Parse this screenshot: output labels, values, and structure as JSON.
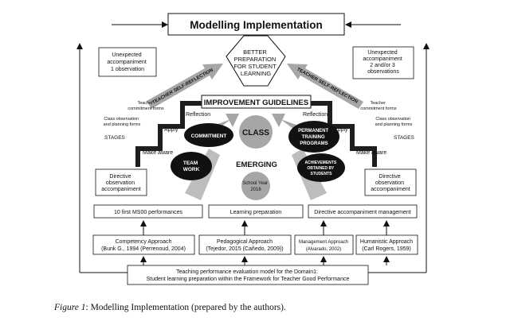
{
  "title": "Modelling Implementation",
  "hexagon": [
    "BETTER",
    "PREPARATION",
    "FOR STUDENT",
    "LEARNING"
  ],
  "unexpected_left": [
    "Unexpected",
    "accompaniment",
    "1 observation"
  ],
  "unexpected_right": [
    "Unexpected",
    "accompaniment",
    "2 and/or 3",
    "observations"
  ],
  "self_reflection_left": "TEACHER SELF-REFLECTION",
  "self_reflection_right": "TEACHER SELF-REFLECTION",
  "improvement": "IMPROVEMENT GUIDELINES",
  "left_side": {
    "reflection": "Reflection",
    "commitment_forms": [
      "Teacher",
      "commitment forms"
    ],
    "observation_forms": [
      "Class observation",
      "and planning forms"
    ],
    "apply": "Apply",
    "stages": "STAGES",
    "make_aware": "Make aware",
    "directive": [
      "Directive",
      "observation",
      "accompaniment"
    ]
  },
  "right_side": {
    "reflection": "Reflection",
    "commitment_forms": [
      "Teacher",
      "commitment forms"
    ],
    "observation_forms": [
      "Class observation",
      "and planning forms"
    ],
    "apply": "Apply",
    "stages": "STAGES",
    "make_aware": "Make aware",
    "directive": [
      "Directive",
      "observation",
      "accompaniment"
    ]
  },
  "ellipses": {
    "commitment": "COMMITMENT",
    "team_work": [
      "TEAM",
      "WORK"
    ],
    "permanent": [
      "PERMANENT",
      "TRAINING",
      "PROGRAMS"
    ],
    "achievements": [
      "ACHIEVEMENTS",
      "OBTAINED BY",
      "STUDENTS"
    ]
  },
  "class": "CLASS",
  "emerging": "EMERGING",
  "school_year": [
    "School Year",
    "2016"
  ],
  "row1": [
    "10 first MS00 performances",
    "Learning preparation",
    "Directive accompaniment management"
  ],
  "approaches": [
    {
      "name": "Competency Approach",
      "ref": "(Bunk G., 1994 (Perrenoud, 2004)"
    },
    {
      "name": "Pedagogical Approach",
      "ref": "(Tejedor, 2015 (Cañedo, 2009))"
    },
    {
      "name": "Management Approach",
      "ref": "(Alvarado, 2002)"
    },
    {
      "name": "Humanistic Approach",
      "ref": "(Carl Rogers, 1959)"
    }
  ],
  "bottom": [
    "Teaching performance evaluation model for the Domain1:",
    "Student learning preparation within the Framework for Teacher Good Performance"
  ],
  "caption": {
    "figure": "Figure 1",
    "text": ": Modelling Implementation (prepared by the authors)."
  },
  "colors": {
    "ink": "#111111",
    "gray": "#a6a6a6",
    "dark": "#1e1e1e",
    "light_gray": "#bdbdbd"
  }
}
